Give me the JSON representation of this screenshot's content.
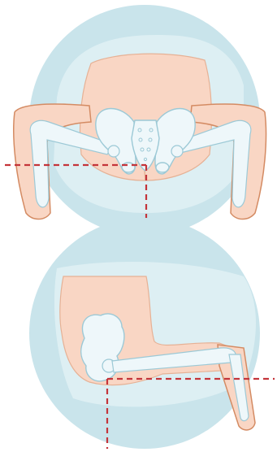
{
  "colors": {
    "circle_fill": "#c7e3ea",
    "circle_light": "#ddeff3",
    "skin": "#f9d6c4",
    "skin_dark": "#efb898",
    "skin_outline": "#d48b63",
    "bone_fill": "#eef7fa",
    "bone_outline": "#9cc9d6",
    "guide_line": "#c4343a",
    "drape": "#e6f3f6"
  },
  "panels": [
    {
      "view": "posterior-pelvis-view",
      "guide": "dashed-crosshair-top"
    },
    {
      "view": "lateral-flexed-hip-view",
      "guide": "dashed-crosshair-bottom"
    }
  ]
}
